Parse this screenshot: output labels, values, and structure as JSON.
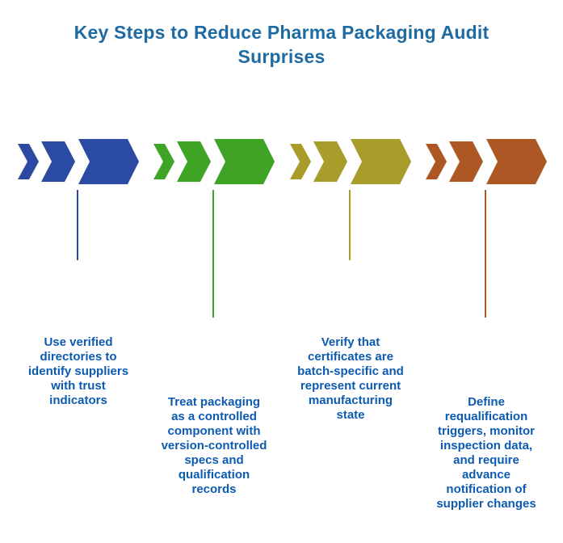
{
  "title": "Key Steps to Reduce Pharma Packaging Audit\nSurprises",
  "colors": {
    "background": "#ffffff",
    "title_text": "#1e6ba4",
    "body_text": "#0d5bb0"
  },
  "steps": [
    {
      "color": "#2b4aa3",
      "label": "Use verified\ndirectories to\nidentify suppliers\nwith trust\nindicators"
    },
    {
      "color": "#3fa326",
      "label": "Treat packaging\nas a controlled\ncomponent with\nversion-controlled\nspecs and\nqualification\nrecords"
    },
    {
      "color": "#a89c2a",
      "label": "Verify that\ncertificates are\nbatch-specific and\nrepresent current\nmanufacturing\nstate"
    },
    {
      "color": "#ad5724",
      "label": "Define\nrequalification\ntriggers, monitor\ninspection data,\nand require\nadvance\nnotification of\nsupplier changes"
    }
  ]
}
